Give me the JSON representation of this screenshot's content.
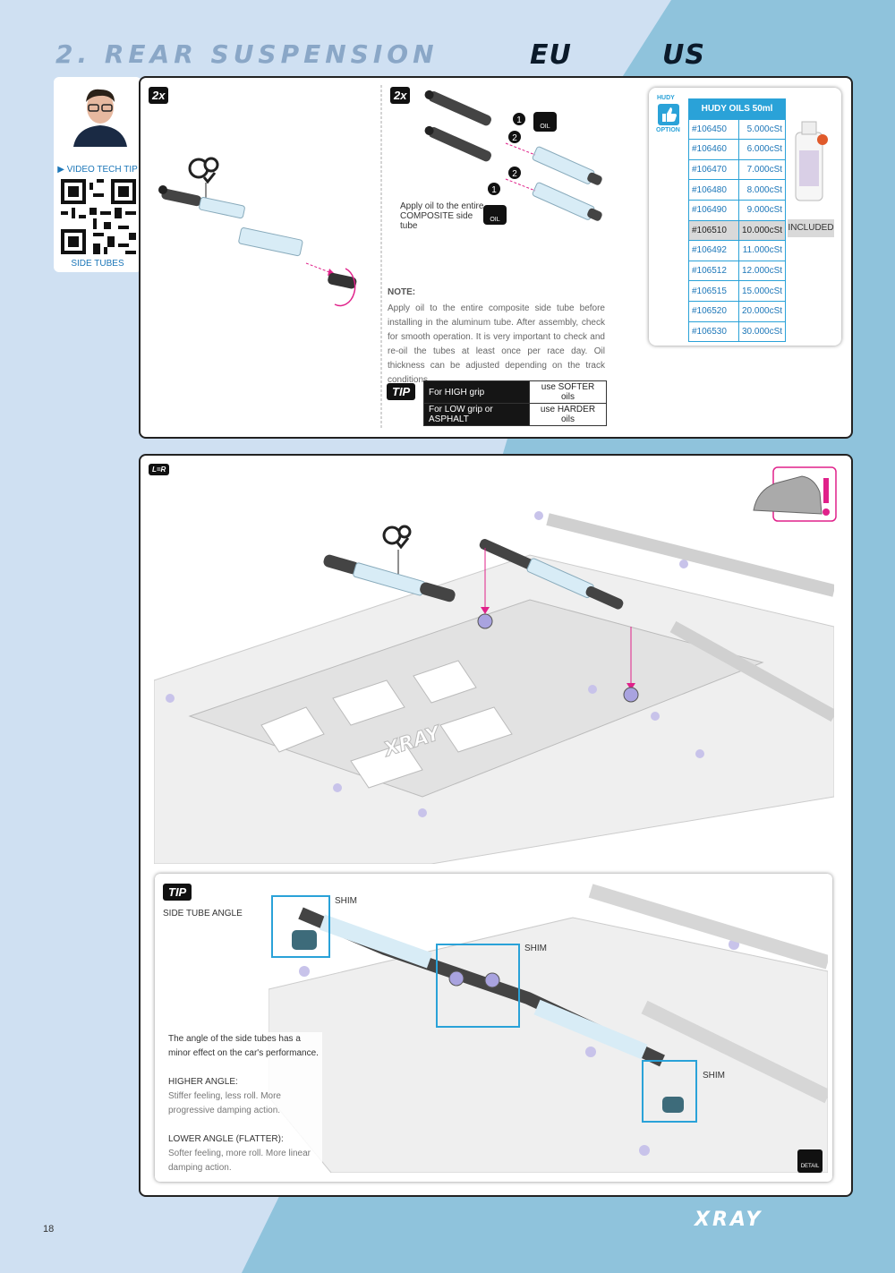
{
  "header": {
    "title": "2. REAR SUSPENSION",
    "logo_left": "EU",
    "logo_right": "US"
  },
  "video_tip": {
    "label": "VIDEO TECH TIP",
    "caption": "SIDE TUBES"
  },
  "step1": {
    "qty": "2x"
  },
  "step2": {
    "qty": "2x",
    "callout1": "1",
    "callout2": "2",
    "oil": "OIL",
    "apply_note_line1": "Apply oil to the entire",
    "apply_note_line2": "COMPOSITE side tube",
    "note_title": "NOTE:",
    "note_body": "Apply oil to the entire composite side tube before installing in the aluminum tube. After assembly, check for smooth operation. It is very important to check and re-oil the tubes at least once per race day. Oil thickness can be adjusted depending on the track conditions.",
    "tip_label": "TIP",
    "tip_rows": [
      {
        "grip": "For HIGH grip",
        "advice": "use SOFTER oils"
      },
      {
        "grip": "For LOW grip or ASPHALT",
        "advice": "use HARDER oils"
      }
    ]
  },
  "oils": {
    "brand": "HUDY",
    "option": "OPTION",
    "title": "HUDY OILS 50ml",
    "included": "INCLUDED",
    "rows": [
      {
        "code": "#106450",
        "value": "5.000cSt"
      },
      {
        "code": "#106460",
        "value": "6.000cSt"
      },
      {
        "code": "#106470",
        "value": "7.000cSt"
      },
      {
        "code": "#106480",
        "value": "8.000cSt"
      },
      {
        "code": "#106490",
        "value": "9.000cSt"
      },
      {
        "code": "#106510",
        "value": "10.000cSt"
      },
      {
        "code": "#106492",
        "value": "11.000cSt"
      },
      {
        "code": "#106512",
        "value": "12.000cSt"
      },
      {
        "code": "#106515",
        "value": "15.000cSt"
      },
      {
        "code": "#106520",
        "value": "20.000cSt"
      },
      {
        "code": "#106530",
        "value": "30.000cSt"
      }
    ]
  },
  "step3": {
    "badge": "L=R",
    "chassis_logo": "XRAY"
  },
  "tip2": {
    "badge": "TIP",
    "title": "SIDE TUBE ANGLE",
    "shim": "SHIM",
    "intro": "The angle of the side tubes has a minor effect on the car's performance.",
    "higher_title": "HIGHER ANGLE:",
    "higher_body": "Stiffer feeling, less roll. More progressive damping action.",
    "lower_title": "LOWER ANGLE (FLATTER):",
    "lower_body": "Softer feeling, more roll. More linear damping action.",
    "detail": "DETAIL"
  },
  "footer": {
    "page": "18",
    "brand": "XRAY"
  }
}
